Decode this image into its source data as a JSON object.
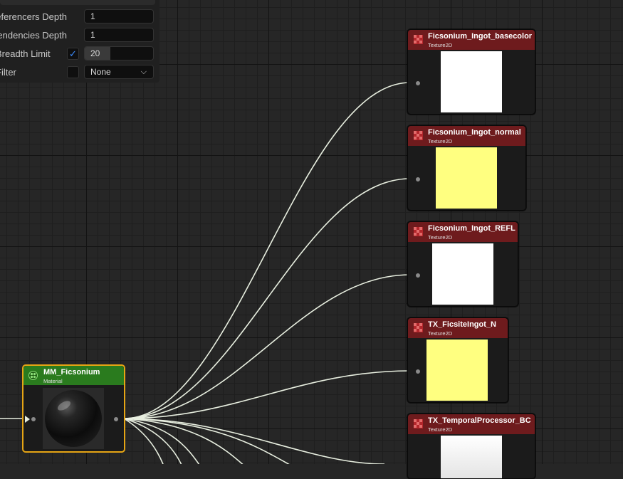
{
  "settings": {
    "referencers_depth": {
      "label": "Referencers Depth",
      "value": "1"
    },
    "dependencies_depth": {
      "label": "Dependencies Depth",
      "value": "1"
    },
    "breadth_limit": {
      "label": "Breadth Limit",
      "checked": true,
      "value": "20"
    },
    "filter": {
      "label": "Filter",
      "checked": false,
      "value": "None"
    }
  },
  "nodes": {
    "material": {
      "title": "MM_Ficsonium",
      "type": "Material"
    },
    "textures": [
      {
        "title": "Ficsonium_Ingot_basecolor",
        "type": "Texture2D",
        "preview_color": "#ffffff"
      },
      {
        "title": "Ficsonium_Ingot_normal",
        "type": "Texture2D",
        "preview_color": "#ffff80"
      },
      {
        "title": "Ficsonium_Ingot_REFL",
        "type": "Texture2D",
        "preview_color": "#ffffff"
      },
      {
        "title": "TX_FicsiteIngot_N",
        "type": "Texture2D",
        "preview_color": "#ffff80"
      },
      {
        "title": "TX_TemporalProcessor_BC",
        "type": "Texture2D",
        "preview_color": "#f2f2f2"
      }
    ]
  },
  "colors": {
    "texture_header": "#6e1b1d",
    "material_header": "#2a7b1e",
    "selection": "#e6a514",
    "wire": "#e8efe0",
    "checkbox_accent": "#3b8cff"
  },
  "icons": {
    "texture": "checker-texture-icon",
    "material": "material-sphere-icon",
    "chevron": "chevron-down-icon"
  }
}
